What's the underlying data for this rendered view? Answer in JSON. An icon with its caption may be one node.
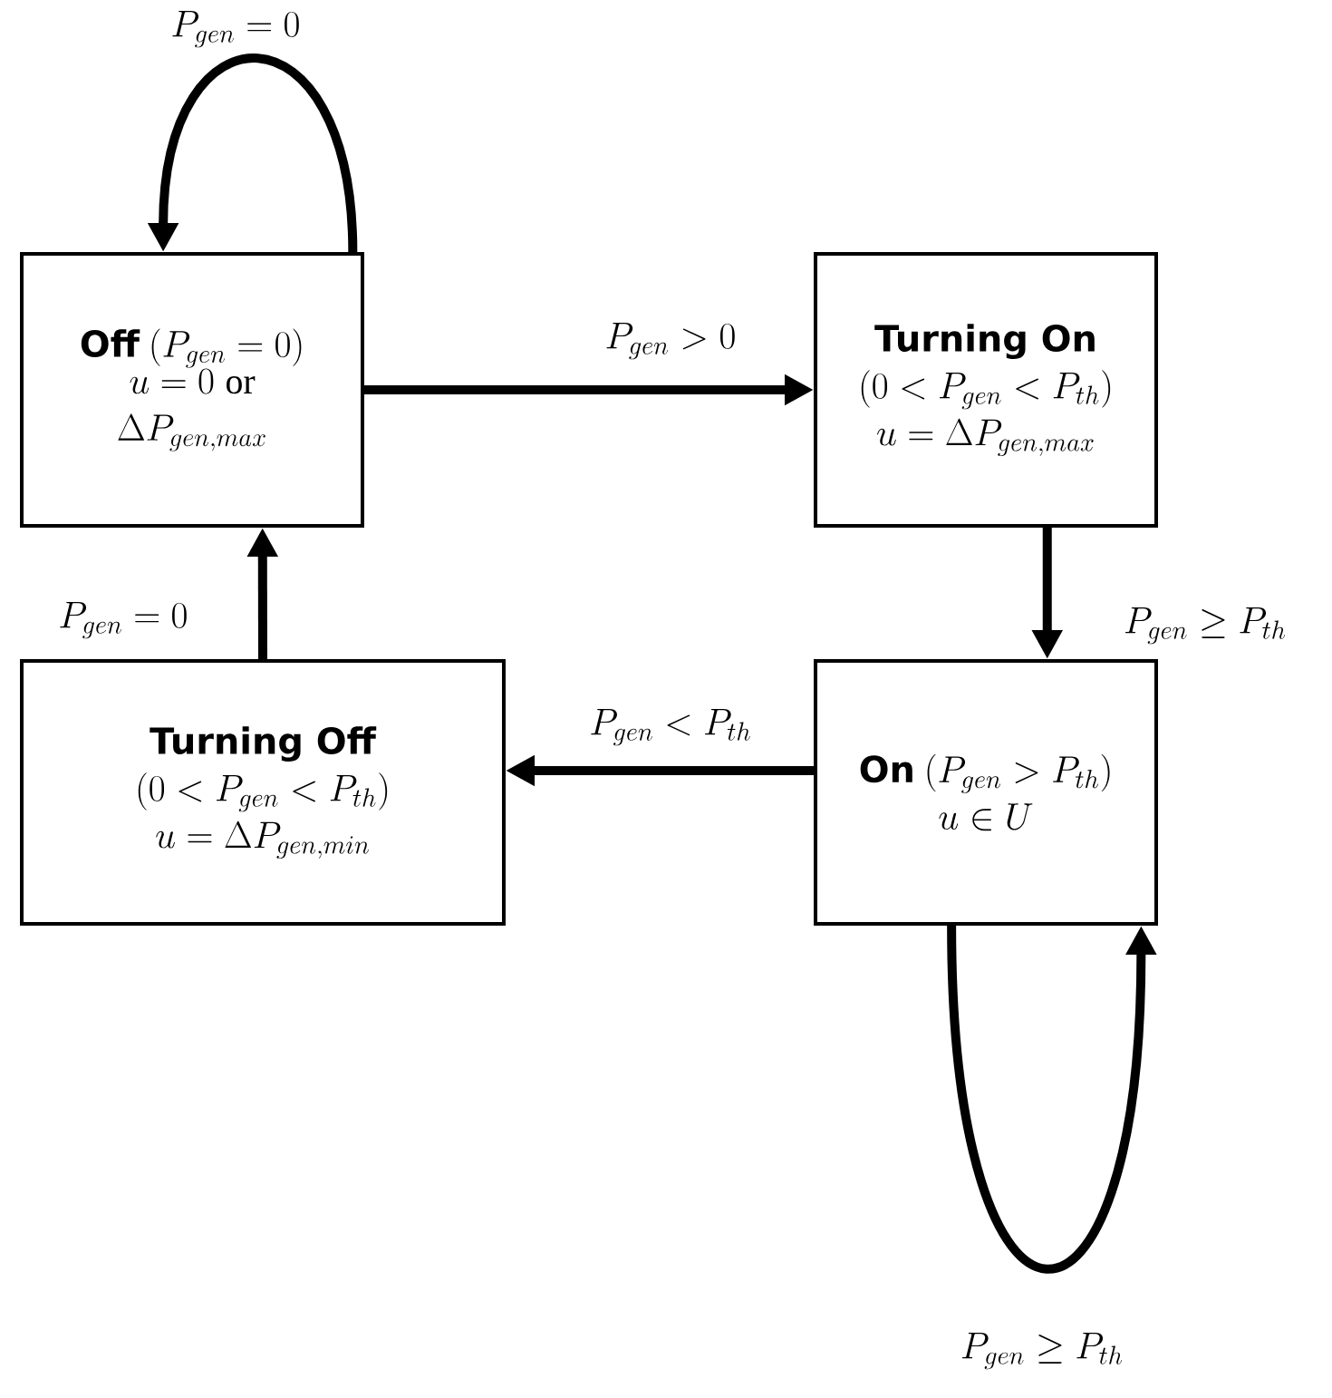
{
  "diagram": {
    "nodes": [
      {
        "text": [
          "Off",
          "(P_{gen} = 0)",
          "u = 0 \\mathrel{\\text{or}} \\Delta P_{gen,max}"
        ]
      },
      {
        "text": [
          "Turning On",
          "(0 < P_{gen} < P_{th})",
          "u = \\Delta P_{gen,max}"
        ]
      },
      {
        "text": [
          "Turning Off",
          "(0 < P_{gen} < P_{th})",
          "u = \\Delta P_{gen,min}"
        ]
      },
      {
        "text": [
          "On",
          "(P_{gen} > P_{th})",
          "u \\in U"
        ]
      }
    ],
    "edges": [
      {
        "from": 0,
        "to": 0,
        "arrow": "to",
        "label": "P_{gen} = 0"
      },
      {
        "from": 0,
        "to": 1,
        "arrow": "to",
        "label": "P_{gen} > 0"
      },
      {
        "from": 1,
        "to": 3,
        "arrow": "to",
        "label": "P_{gen} \\geq P_{th}"
      },
      {
        "from": 3,
        "to": 2,
        "arrow": "to",
        "label": "P_{gen} < P_{th}"
      },
      {
        "from": 2,
        "to": 0,
        "arrow": "to",
        "label": "P_{gen} = 0"
      },
      {
        "from": 3,
        "to": 3,
        "arrow": "to",
        "label": "P_{gen} \\geq P_{th}"
      }
    ]
  }
}
